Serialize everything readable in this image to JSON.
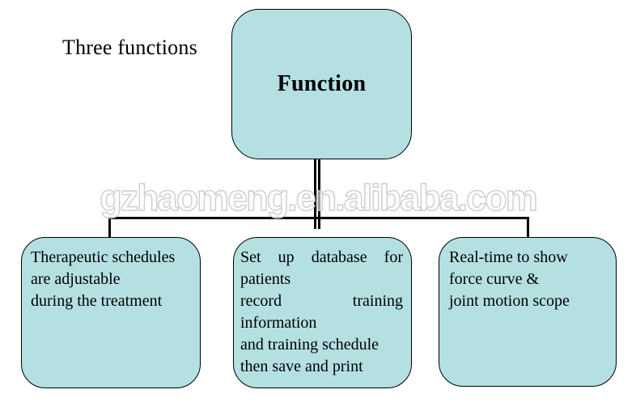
{
  "title": {
    "text": "Three functions"
  },
  "root_node": {
    "label": "Function"
  },
  "watermark": {
    "text": "gzhaomeng.en.alibaba.com"
  },
  "colors": {
    "background": "#ffffff",
    "node_fill": "#b4e0e2",
    "node_border": "#000000",
    "connector": "#000000",
    "watermark_outline": "#d0d0d0",
    "text": "#000000"
  },
  "child_nodes": [
    {
      "id": "therapeutic-schedules",
      "lines": [
        "Therapeutic schedules",
        "are adjustable",
        "during the treatment"
      ]
    },
    {
      "id": "patient-database",
      "lines": [
        "Set up database for",
        "patients",
        "record training",
        "information",
        "and training schedule",
        "then save and print"
      ],
      "justified_lines": [
        0,
        2
      ]
    },
    {
      "id": "real-time-display",
      "lines": [
        "Real-time to show",
        "force curve &",
        "joint motion scope"
      ]
    }
  ]
}
